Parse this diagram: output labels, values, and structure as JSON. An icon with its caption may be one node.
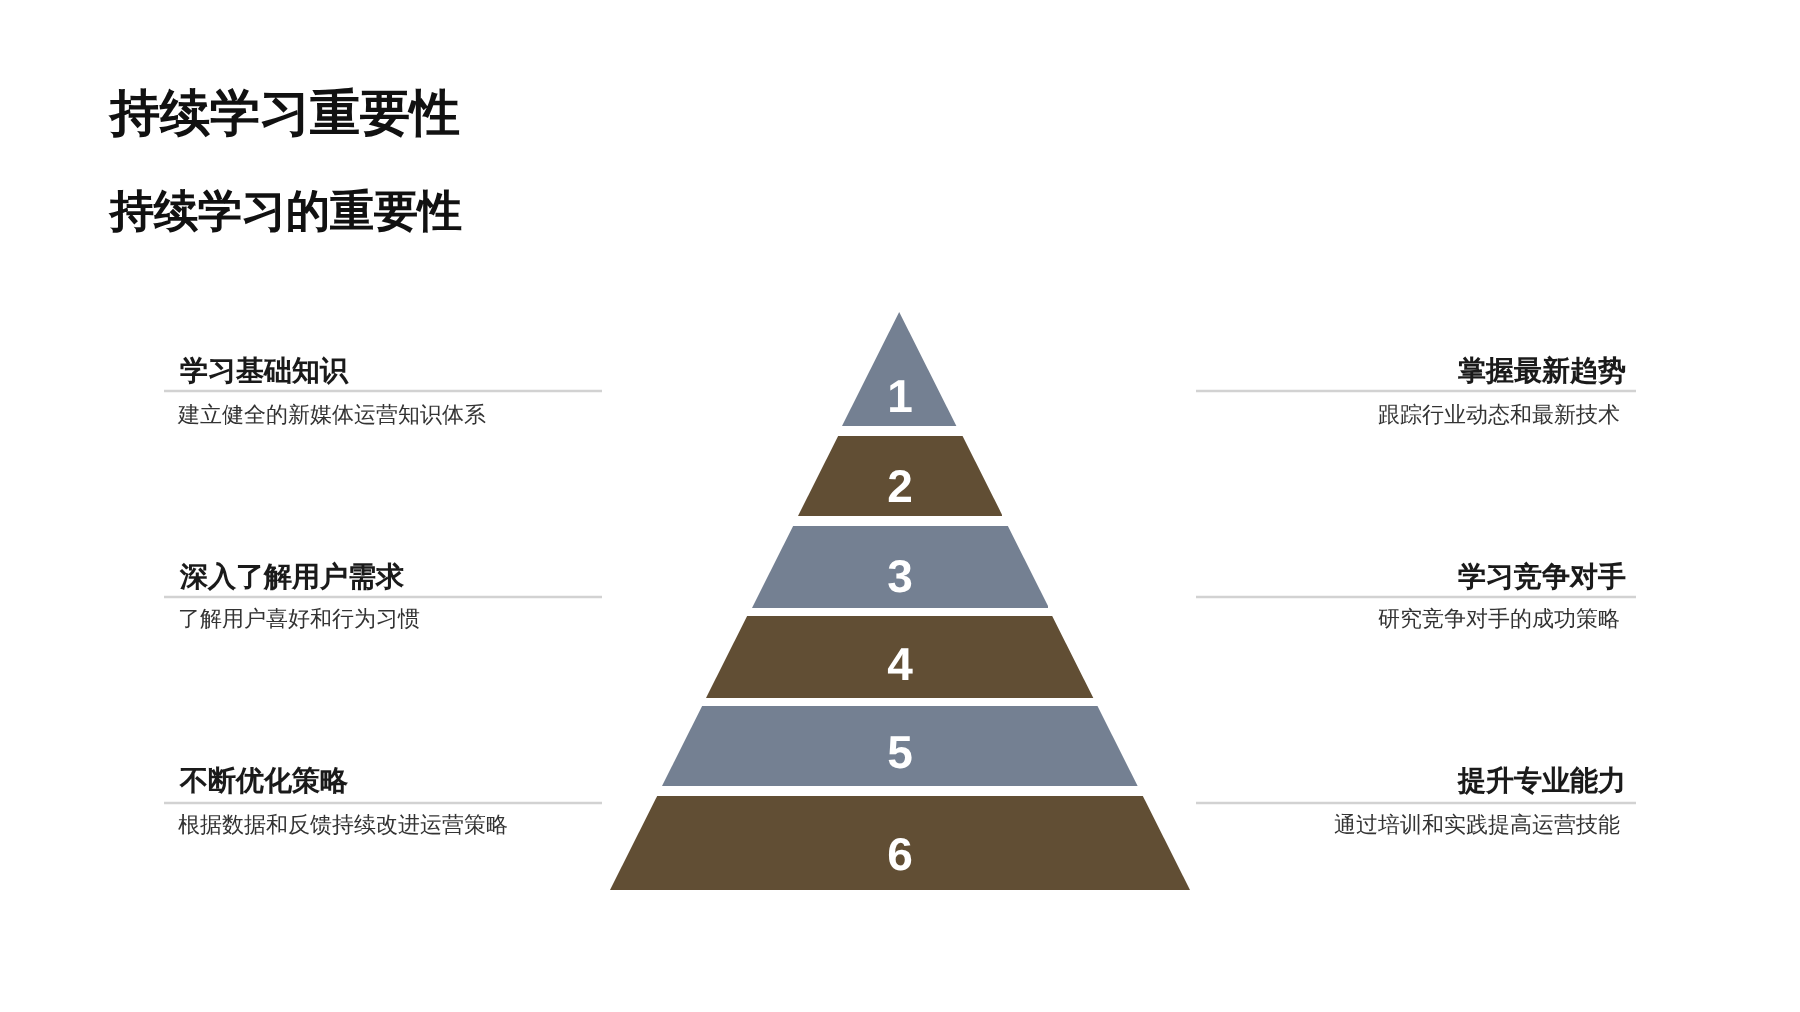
{
  "diagram": {
    "title": "持续学习重要性",
    "nodes": [
      {
        "text": [
          "1"
        ]
      },
      {
        "text": [
          "2"
        ]
      },
      {
        "text": [
          "3"
        ]
      },
      {
        "text": [
          "4"
        ]
      },
      {
        "text": [
          "5"
        ]
      },
      {
        "text": [
          "6"
        ]
      }
    ],
    "labels": [
      "持续学习的重要性",
      "学习基础知识",
      "建立健全的新媒体运营知识体系",
      "掌握最新趋势",
      "跟踪行业动态和最新技术",
      "深入了解用户需求",
      "了解用户喜好和行为习惯",
      "学习竞争对手",
      "研究竞争对手的成功策略",
      "不断优化策略",
      "根据数据和反馈持续改进运营策略",
      "提升专业能力",
      "通过培训和实践提高运营技能"
    ]
  }
}
